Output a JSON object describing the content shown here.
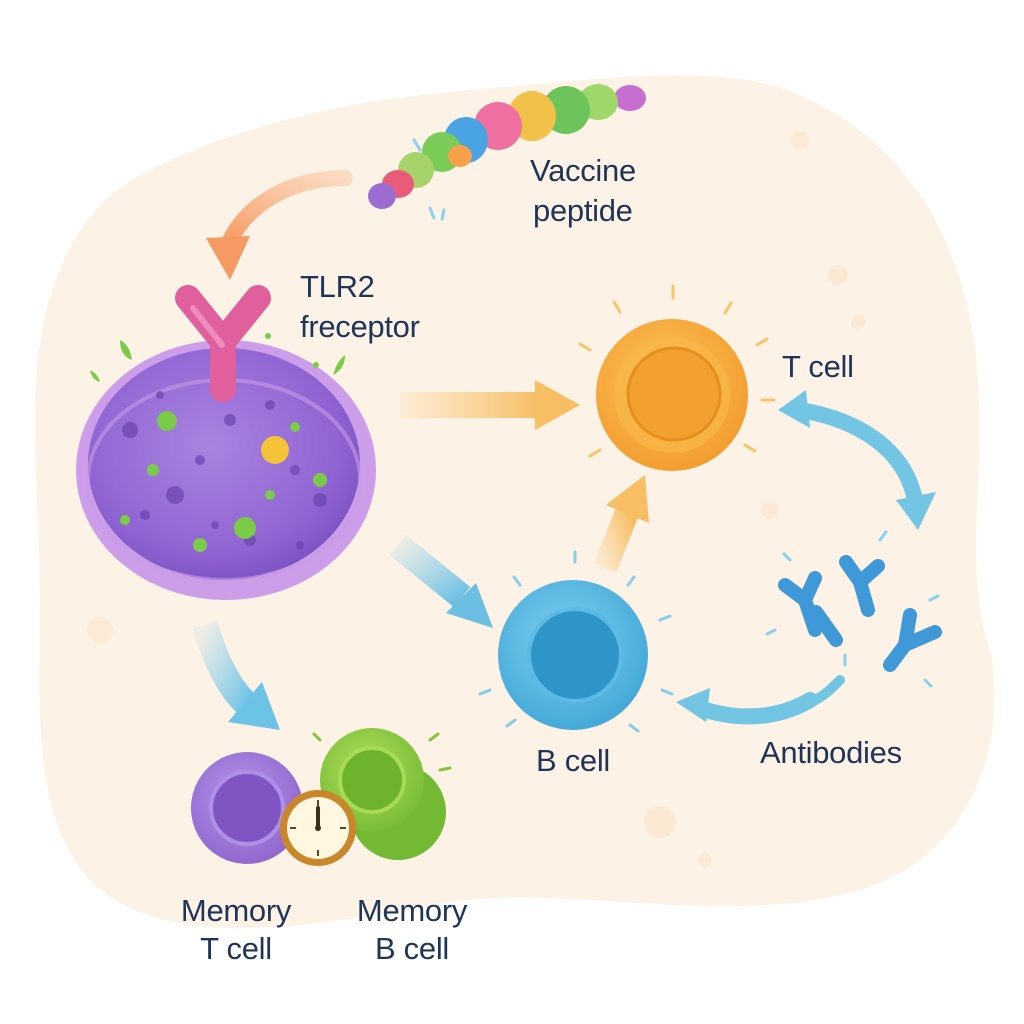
{
  "labels": {
    "vaccine_peptide": {
      "line1": "Vaccine",
      "line2": "peptide"
    },
    "tlr2_receptor": {
      "line1": "TLR2",
      "line2": "freceptor"
    },
    "t_cell": "T cell",
    "b_cell": "B cell",
    "antibodies": "Antibodies",
    "memory_t_cell": {
      "line1": "Memory",
      "line2": "T cell"
    },
    "memory_b_cell": {
      "line1": "Memory",
      "line2": "B cell"
    }
  },
  "colors": {
    "text": "#1f3557",
    "background_blob": "#fdf1e4",
    "antigen_presenting_cell": "#9b6fd6",
    "tlr2_receptor": "#e0609e",
    "t_cell": "#f4a53a",
    "b_cell": "#4fb1dc",
    "antibodies": "#3f98d8",
    "memory_t_cell": "#9a72d4",
    "memory_b_cell": "#86c43e",
    "arrow_orange": "#f6a26a",
    "arrow_yellow": "#f6c476",
    "arrow_blue": "#72c6e4"
  },
  "icons": [
    "vaccine-peptide-chain",
    "tlr2-receptor-y",
    "antigen-presenting-cell",
    "t-cell",
    "b-cell",
    "antibody-y",
    "memory-t-cell",
    "memory-b-cell",
    "clock-icon"
  ]
}
